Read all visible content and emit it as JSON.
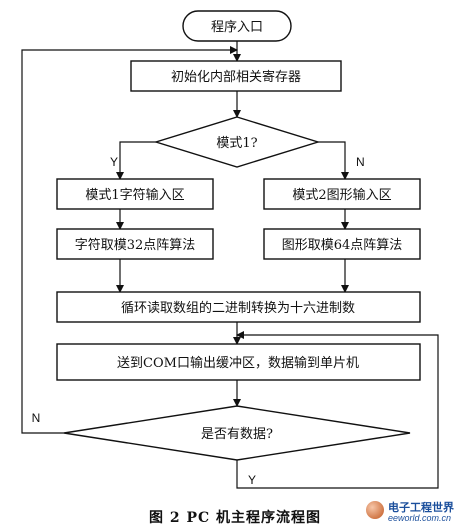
{
  "nodes": {
    "start": "程序入口",
    "init": "初始化内部相关寄存器",
    "mode_decision": "模式1?",
    "mode1_input": "模式1字符输入区",
    "mode2_input": "模式2图形输入区",
    "char_algo": "字符取模32点阵算法",
    "graph_algo": "图形取模64点阵算法",
    "convert": "循环读取数组的二进制转换为十六进制数",
    "send": "送到COM口输出缓冲区，数据输到单片机",
    "data_decision": "是否有数据?"
  },
  "labels": {
    "mode_yes": "Y",
    "mode_no": "N",
    "data_no": "N",
    "data_yes": "Y"
  },
  "caption": "图 2   PC 机主程序流程图",
  "watermark": {
    "title": "电子工程世界",
    "url": "eeworld.com.cn"
  }
}
